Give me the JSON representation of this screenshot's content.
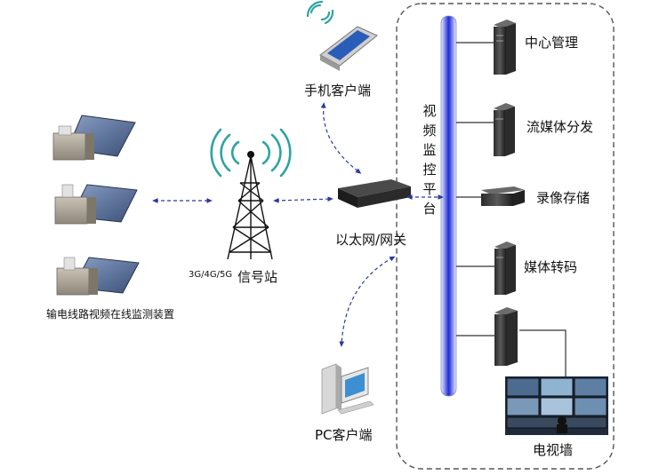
{
  "labels": {
    "mobile_client": "手机客户端",
    "ethernet_gateway": "以太网/网关",
    "signal_station": "信号站",
    "network_types": "3G/4G/5G",
    "pc_client": "PC客户端",
    "monitor_device": "输电线路视频在线监测装置",
    "platform": "视频监控平台",
    "tv_wall": "电视墙"
  },
  "servers": [
    {
      "label": "中心管理"
    },
    {
      "label": "流媒体分发"
    },
    {
      "label": "录像存储"
    },
    {
      "label": "媒体转码"
    }
  ],
  "colors": {
    "bus_blue": "#1d2bd8",
    "link_blue": "#2a3a9c",
    "signal_teal": "#2fa3a3",
    "frame": "#555555"
  }
}
